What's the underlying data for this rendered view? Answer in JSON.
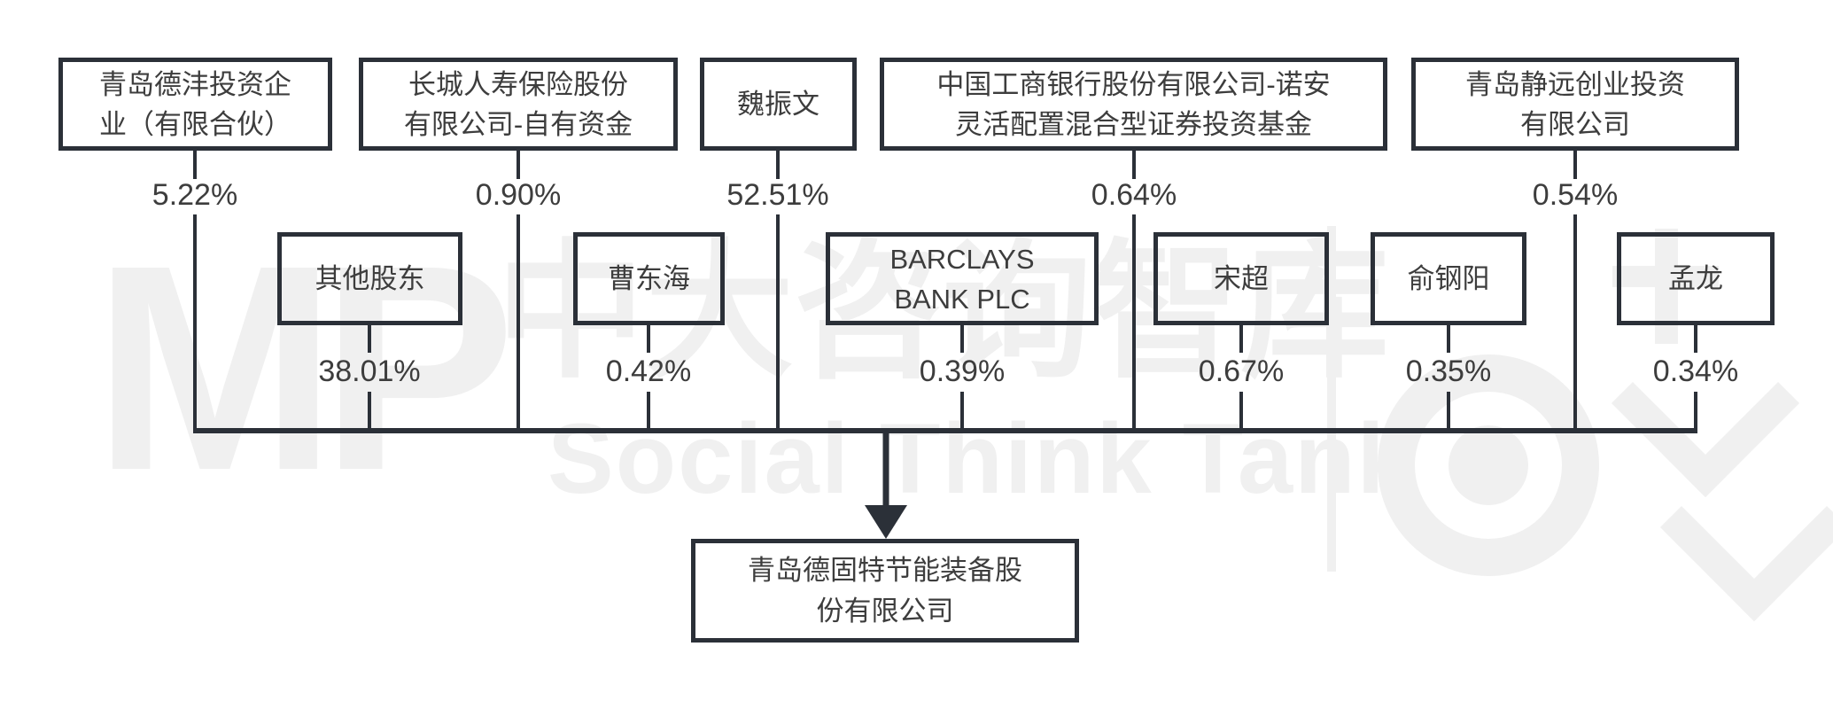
{
  "diagram": {
    "target_company": {
      "name": "青岛德固特节能装备股\n份有限公司"
    },
    "shareholders_row1": [
      {
        "name": "青岛德沣投资企\n业（有限合伙）",
        "pct": "5.22%"
      },
      {
        "name": "长城人寿保险股份\n有限公司-自有资金",
        "pct": "0.90%"
      },
      {
        "name": "魏振文",
        "pct": "52.51%"
      },
      {
        "name": "中国工商银行股份有限公司-诺安\n灵活配置混合型证券投资基金",
        "pct": "0.64%"
      },
      {
        "name": "青岛静远创业投资\n有限公司",
        "pct": "0.54%"
      }
    ],
    "shareholders_row2": [
      {
        "name": "其他股东",
        "pct": "38.01%"
      },
      {
        "name": "曹东海",
        "pct": "0.42%"
      },
      {
        "name": "BARCLAYS\nBANK PLC",
        "pct": "0.39%"
      },
      {
        "name": "宋超",
        "pct": "0.67%"
      },
      {
        "name": "俞钢阳",
        "pct": "0.35%"
      },
      {
        "name": "孟龙",
        "pct": "0.34%"
      }
    ],
    "watermark": {
      "logo": "MP",
      "cn": "中大咨询智库",
      "en": "Social Think Tank"
    },
    "colors": {
      "line": "#2b3038",
      "text": "#3d3d3d",
      "watermark": "#f0f0f0"
    }
  }
}
